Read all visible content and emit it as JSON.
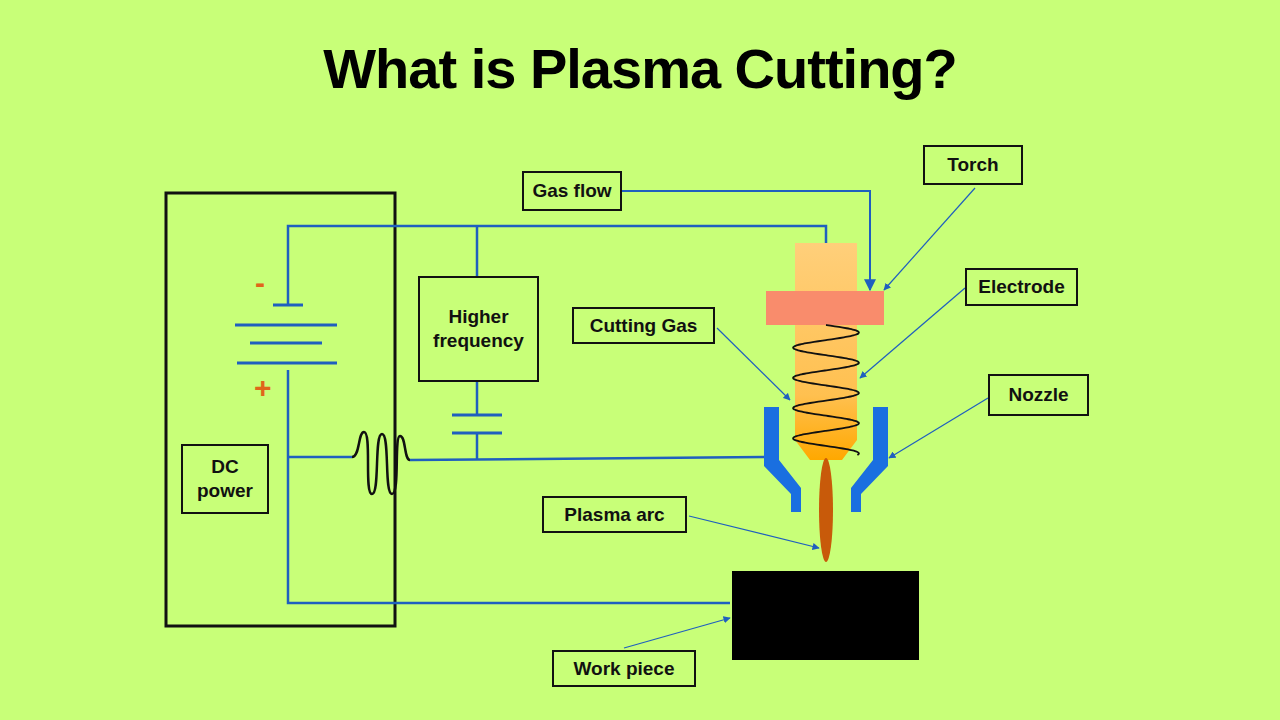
{
  "diagram": {
    "title": "What is Plasma Cutting?",
    "nodes": [
      {
        "text": [
          "Torch"
        ]
      },
      {
        "text": [
          "Gas flow"
        ]
      },
      {
        "text": [
          "Electrode"
        ]
      },
      {
        "text": [
          "Cutting Gas"
        ]
      },
      {
        "text": [
          "Higher frequency"
        ]
      },
      {
        "text": [
          "Nozzle"
        ]
      },
      {
        "text": [
          "DC power"
        ]
      },
      {
        "text": [
          "Plasma arc"
        ]
      },
      {
        "text": [
          "Work piece"
        ]
      }
    ],
    "labels": [
      "-",
      "+"
    ]
  }
}
